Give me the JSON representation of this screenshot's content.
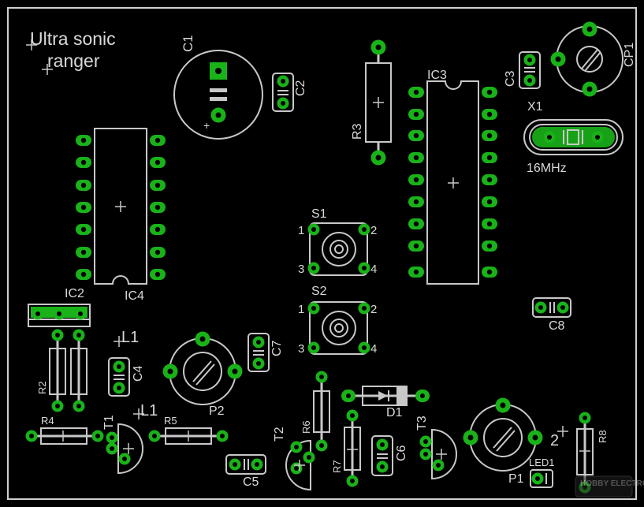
{
  "board_title": [
    "Ultra sonic",
    "ranger"
  ],
  "watermark": "HOBBY ELECTRONICS",
  "colors": {
    "pad": "#19b219",
    "silk": "#c8c8c8",
    "background": "#000000",
    "outline": "#cfcfcf"
  },
  "components": {
    "c1": "C1",
    "c2": "C2",
    "c3": "C3",
    "c4": "C4",
    "c5": "C5",
    "c6": "C6",
    "c7": "C7",
    "c8": "C8",
    "cp1": "CP1",
    "x1": "X1",
    "x1_value": "16MHz",
    "ic2": "IC2",
    "ic3": "IC3",
    "ic4": "IC4",
    "r2": "R2",
    "r3": "R3",
    "r4": "R4",
    "r5": "R5",
    "r6": "R6",
    "r7": "R7",
    "r8": "R8",
    "s1": "S1",
    "s2": "S2",
    "l1a": "L1",
    "l1b": "L1",
    "t1": "T1",
    "t2": "T2",
    "t3": "T3",
    "p1": "P1",
    "p2": "P2",
    "d1": "D1",
    "led1": "LED1",
    "marker2": "2"
  },
  "switch_pins": [
    "1",
    "2",
    "3",
    "4"
  ]
}
